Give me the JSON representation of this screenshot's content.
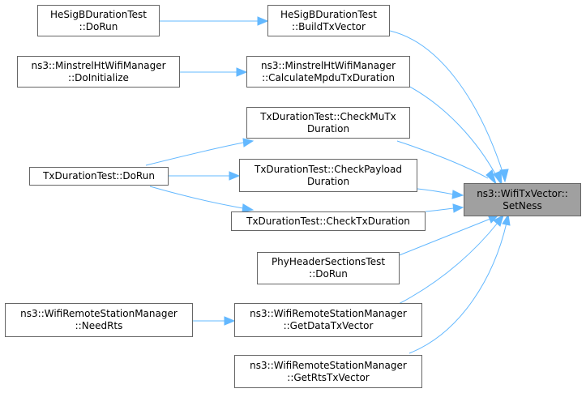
{
  "colors": {
    "edge": "#63b8ff",
    "node_border": "#666666",
    "target_fill": "#a0a0a0",
    "node_fill": "#ffffff"
  },
  "nodes": {
    "hesig_dorun": {
      "line1": "HeSigBDurationTest",
      "line2": "::DoRun"
    },
    "hesig_build": {
      "line1": "HeSigBDurationTest",
      "line2": "::BuildTxVector"
    },
    "minstrel_init": {
      "line1": "ns3::MinstrelHtWifiManager",
      "line2": "::DoInitialize"
    },
    "minstrel_calc": {
      "line1": "ns3::MinstrelHtWifiManager",
      "line2": "::CalculateMpduTxDuration"
    },
    "txd_checkmu": {
      "line1": "TxDurationTest::CheckMuTx",
      "line2": "Duration"
    },
    "txd_dorun": {
      "line1": "TxDurationTest::DoRun"
    },
    "txd_checkpayload": {
      "line1": "TxDurationTest::CheckPayload",
      "line2": "Duration"
    },
    "txd_checktx": {
      "line1": "TxDurationTest::CheckTxDuration"
    },
    "phy_dorun": {
      "line1": "PhyHeaderSectionsTest",
      "line2": "::DoRun"
    },
    "wrsm_needrts": {
      "line1": "ns3::WifiRemoteStationManager",
      "line2": "::NeedRts"
    },
    "wrsm_getdata": {
      "line1": "ns3::WifiRemoteStationManager",
      "line2": "::GetDataTxVector"
    },
    "wrsm_getrts": {
      "line1": "ns3::WifiRemoteStationManager",
      "line2": "::GetRtsTxVector"
    },
    "target": {
      "line1": "ns3::WifiTxVector::",
      "line2": "SetNess"
    }
  }
}
